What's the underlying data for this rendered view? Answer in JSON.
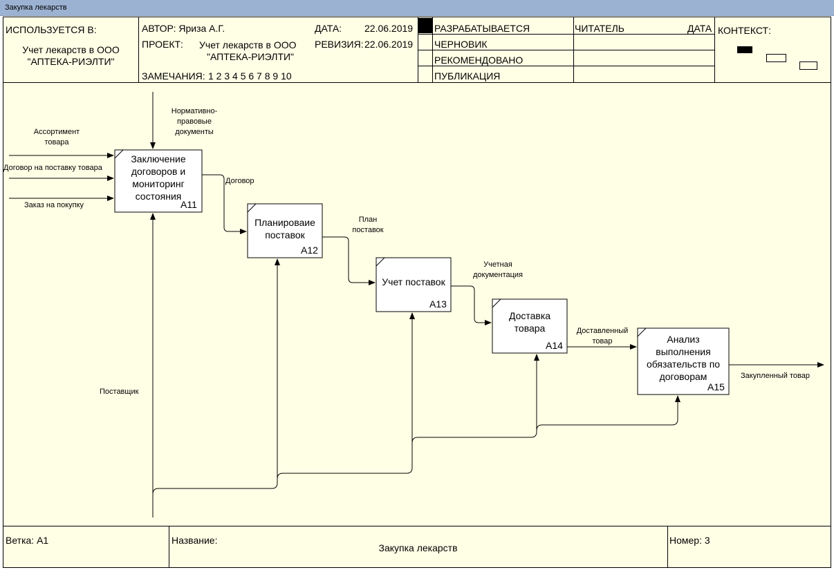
{
  "window": {
    "title": "Закупка лекарств"
  },
  "header": {
    "used_in_label": "ИСПОЛЬЗУЕТСЯ В:",
    "used_in_value_line1": "Учет лекарств в ООО",
    "used_in_value_line2": "\"АПТЕКА-РИЭЛТИ\"",
    "author_label": "АВТОР: Яриза А.Г.",
    "project_label": "ПРОЕКТ:",
    "project_value_line1": "Учет лекарств в ООО",
    "project_value_line2": "\"АПТЕКА-РИЭЛТИ\"",
    "notes_label": "ЗАМЕЧАНИЯ:",
    "notes_numbers": "1 2 3 4 5 6 7 8 9 10",
    "date_label": "ДАТА:",
    "date_value": "22.06.2019",
    "revision_label": "РЕВИЗИЯ:",
    "revision_value": "22.06.2019",
    "status": [
      "РАЗРАБАТЫВАЕТСЯ",
      "ЧЕРНОВИК",
      "РЕКОМЕНДОВАНО",
      "ПУБЛИКАЦИЯ"
    ],
    "reader_label": "ЧИТАТЕЛЬ",
    "reader_date_label": "ДАТА",
    "context_label": "КОНТЕКСТ:"
  },
  "diagram": {
    "boxes": [
      {
        "label_lines": [
          "Заключение",
          "договоров и",
          "мониторинг",
          "состояния"
        ],
        "number": "A11"
      },
      {
        "label_lines": [
          "Планироваие",
          "поставок"
        ],
        "number": "A12"
      },
      {
        "label_lines": [
          "Учет поставок"
        ],
        "number": "A13"
      },
      {
        "label_lines": [
          "Доставка",
          "товара"
        ],
        "number": "A14"
      },
      {
        "label_lines": [
          "Анализ",
          "выполнения",
          "обязательств по",
          "договорам"
        ],
        "number": "A15"
      }
    ],
    "arrows": {
      "control_top": [
        "Нормативно-правовые",
        "документы"
      ],
      "input_assortment": [
        "Ассортимент",
        "товара"
      ],
      "input_contract": "Договор на поставку товара",
      "input_order": "Заказ на покупку",
      "a11_a12": "Договор",
      "a12_a13": [
        "План",
        "поставок"
      ],
      "a13_a14": [
        "Учетная",
        "документация"
      ],
      "a14_a15": [
        "Доставленный",
        "товар"
      ],
      "output": "Закупленный товар",
      "mechanism": "Поставщик"
    }
  },
  "footer": {
    "node_label": "Ветка:",
    "node_value": "A1",
    "title_label": "Название:",
    "title_value": "Закупка лекарств",
    "number_label": "Номер:",
    "number_value": "3"
  }
}
